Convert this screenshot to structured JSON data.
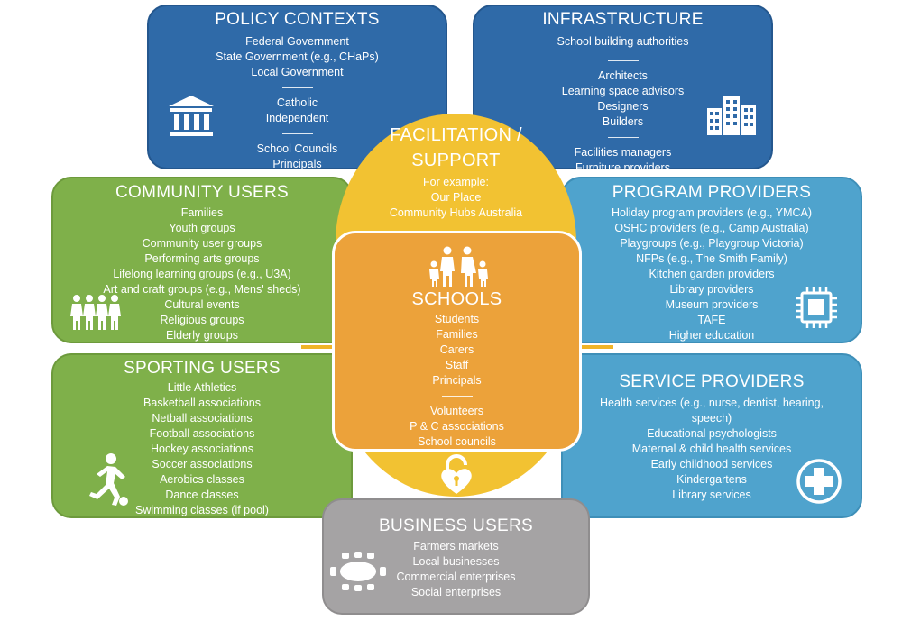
{
  "policy_contexts": {
    "title": "POLICY CONTEXTS",
    "group1": [
      "Federal Government",
      "State Government (e.g., CHaPs)",
      "Local Government"
    ],
    "group2": [
      "Catholic",
      "Independent"
    ],
    "group3": [
      "School Councils",
      "Principals"
    ],
    "icon": "government-building-icon"
  },
  "infrastructure": {
    "title": "INFRASTRUCTURE",
    "group1": [
      "School building authorities"
    ],
    "group2": [
      "Architects",
      "Learning space advisors",
      "Designers",
      "Builders"
    ],
    "group3": [
      "Facilities managers",
      "Furniture providers"
    ],
    "icon": "buildings-icon"
  },
  "facilitation": {
    "title_line1": "FACILITATION /",
    "title_line2": "SUPPORT",
    "items": [
      "For example:",
      "Our Place",
      "Community Hubs Australia"
    ],
    "icon": "padlock-heart-icon"
  },
  "community_users": {
    "title": "COMMUNITY USERS",
    "items": [
      "Families",
      "Youth groups",
      "Community user groups",
      "Performing arts groups",
      "Lifelong learning groups (e.g., U3A)",
      "Art and craft groups (e.g., Mens' sheds)",
      "Cultural events",
      "Religious groups",
      "Elderly groups"
    ],
    "icon": "people-group-icon"
  },
  "program_providers": {
    "title": "PROGRAM PROVIDERS",
    "items": [
      "Holiday program providers (e.g., YMCA)",
      "OSHC providers  (e.g., Camp Australia)",
      "Playgroups (e.g., Playgroup Victoria)",
      "NFPs (e.g., The Smith Family)",
      "Kitchen garden providers",
      "Library providers",
      "Museum providers",
      "TAFE",
      "Higher education"
    ],
    "icon": "chip-icon"
  },
  "schools": {
    "title": "SCHOOLS",
    "group1": [
      "Students",
      "Families",
      "Carers",
      "Staff",
      "Principals"
    ],
    "group2": [
      "Volunteers",
      "P & C associations",
      "School councils"
    ],
    "icon": "family-icon"
  },
  "sporting_users": {
    "title": "SPORTING USERS",
    "items": [
      "Little Athletics",
      "Basketball associations",
      "Netball associations",
      "Football associations",
      "Hockey associations",
      "Soccer associations",
      "Aerobics classes",
      "Dance classes",
      "Swimming classes (if pool)"
    ],
    "icon": "soccer-player-icon"
  },
  "service_providers": {
    "title": "SERVICE PROVIDERS",
    "items": [
      "Health services (e.g., nurse, dentist, hearing,",
      "speech)",
      "Educational psychologists",
      "Maternal & child health services",
      "Early childhood services",
      "Kindergartens",
      "Library services"
    ],
    "icon": "medical-cross-icon"
  },
  "business_users": {
    "title": "BUSINESS USERS",
    "items": [
      "Farmers markets",
      "Local businesses",
      "Commercial enterprises",
      "Social enterprises"
    ],
    "icon": "meeting-table-icon"
  },
  "colors": {
    "policy_blue": "#2f6aa8",
    "green": "#7fb04a",
    "light_blue": "#4fa3cd",
    "yellow": "#f2c232",
    "orange": "#eca23a",
    "grey": "#a5a3a4"
  }
}
